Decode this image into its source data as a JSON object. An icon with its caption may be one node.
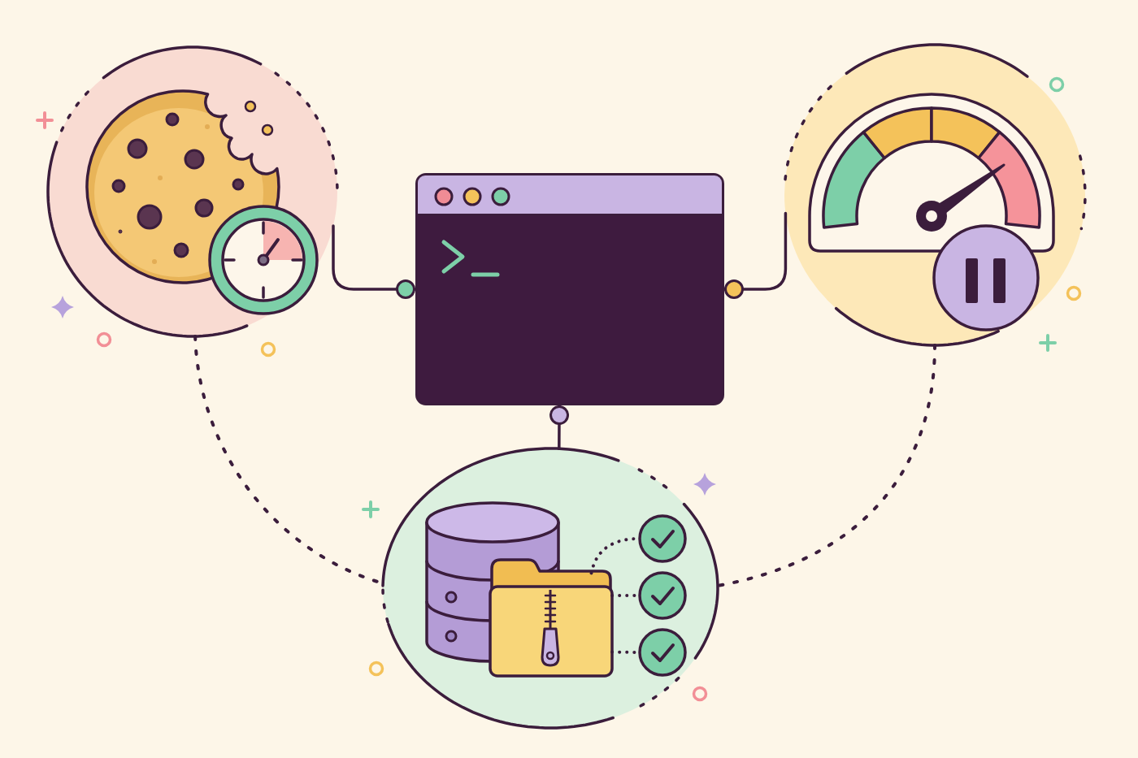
{
  "diagram": {
    "nodes": [
      {
        "text": [],
        "shape": "circle"
      },
      {
        "text": [],
        "shape": "picture"
      },
      {
        "text": [],
        "shape": "circle"
      },
      {
        "text": [],
        "shape": "circle"
      },
      {
        "text": [],
        "shape": "picture",
        "in": 3
      },
      {
        "text": [],
        "shape": "circle",
        "in": 3
      },
      {
        "text": [],
        "shape": "circle",
        "in": 3
      },
      {
        "text": [],
        "shape": "circle",
        "in": 3
      }
    ],
    "edges": [
      {
        "from": 0,
        "to": 1,
        "arrow": "other"
      },
      {
        "from": 2,
        "to": 1,
        "arrow": "other"
      },
      {
        "from": 3,
        "to": 1,
        "arrow": "other"
      },
      {
        "from": 0,
        "to": 3,
        "arrow": "none",
        "style": "dashed"
      },
      {
        "from": 2,
        "to": 3,
        "arrow": "none",
        "style": "dashed"
      },
      {
        "from": 4,
        "to": 5,
        "arrow": "none",
        "style": "dashed"
      },
      {
        "from": 4,
        "to": 6,
        "arrow": "none",
        "style": "dashed"
      },
      {
        "from": 4,
        "to": 7,
        "arrow": "none",
        "style": "dashed"
      }
    ]
  }
}
